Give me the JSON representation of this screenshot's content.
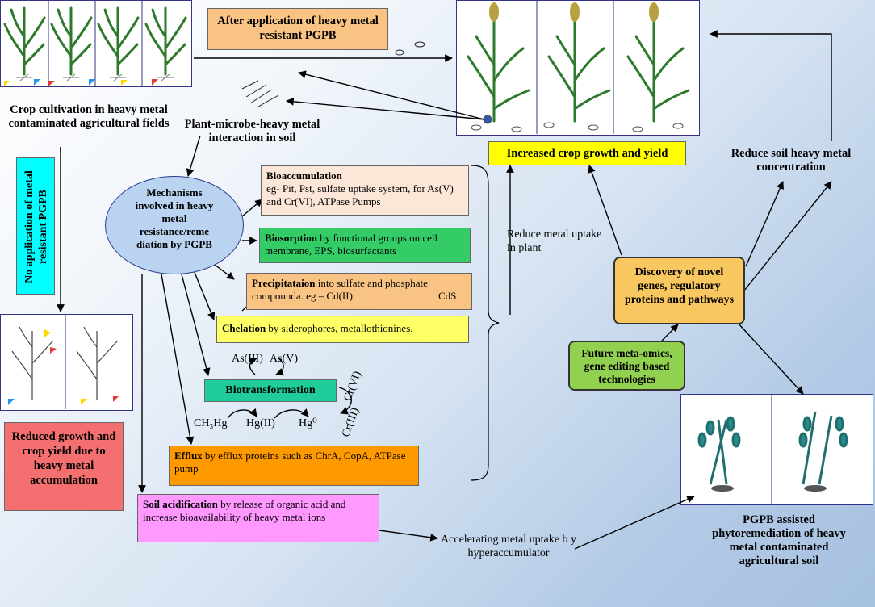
{
  "labels": {
    "crop_contaminated": "Crop cultivation in heavy metal contaminated agricultural fields",
    "after_application": "After application of heavy metal resistant  PGPB",
    "plant_microbe": "Plant-microbe-heavy metal interaction in soil",
    "no_application": "No application of metal resistant PGPB",
    "reduced_growth": "Reduced growth and crop yield due  to heavy metal accumulation",
    "mechanisms": "Mechanisms involved in heavy metal resistance/reme diation by PGPB",
    "increased_yield": "Increased crop growth and yield",
    "reduce_soil": "Reduce soil heavy metal concentration",
    "reduce_uptake": "Reduce metal uptake in plant",
    "discovery": "Discovery of novel genes, regulatory proteins and pathways",
    "future": "Future meta-omics, gene editing based technologies",
    "accelerating": "Accelerating metal uptake b y hyperaccumulator",
    "phytoremediation": "PGPB assisted phytoremediation of heavy metal contaminated agricultural soil"
  },
  "mechanisms": {
    "bioaccumulation_title": "Bioaccumulation",
    "bioaccumulation_text": "eg- Pit, Pst, sulfate uptake system,  for As(V) and Cr(VI), ATPase Pumps",
    "biosorption_title": "Biosorption",
    "biosorption_text": " by  functional groups on cell membrane, EPS, biosurfactants",
    "precipitation_title": "Precipitataion",
    "precipitation_text": " into sulfate and phosphate compounda. eg – Cd(II)",
    "precipitation_product": "CdS",
    "chelation_title": "Chelation",
    "chelation_text": " by siderophores, metallothionines.",
    "biotransformation": "Biotransformation",
    "as3": "As(III)",
    "as5": "As(V)",
    "cr6": "Cr(VI)",
    "cr3": "Cr(III)",
    "ch3hg": "CH₃Hg",
    "hg2": "Hg(II)",
    "hg0": "Hg⁰",
    "efflux_title": "Efflux",
    "efflux_text": " by efflux proteins such as ChrA, CopA, ATPase pump",
    "acid_title": "Soil acidification",
    "acid_text": "  by release of organic acid and increase bioavailability of heavy metal ions"
  },
  "colors": {
    "orange_box": "#f9c383",
    "peach_box": "#fbe6d8",
    "green_box": "#33cc66",
    "yellow_box": "#ffff00",
    "dark_orange_box": "#ff9900",
    "teal_box": "#1fcc9a",
    "cyan_box": "#00ffff",
    "red_box": "#f47070",
    "pink_box": "#ff99ff",
    "ellipse": "#b9d3f0",
    "future_box": "#92d050",
    "discovery_box": "#f9c760"
  }
}
